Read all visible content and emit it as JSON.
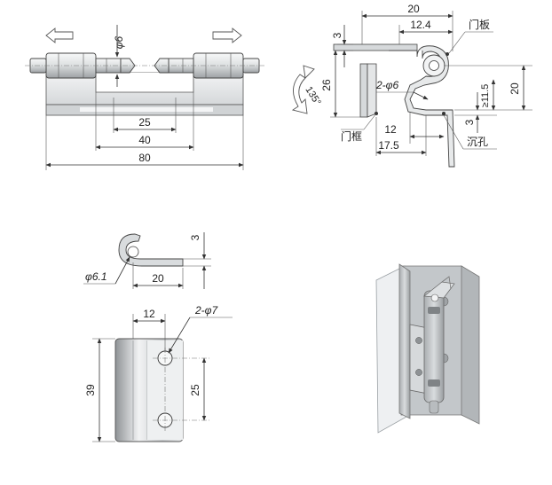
{
  "front_view": {
    "dia_pin": "φ6",
    "dim_inner": "25",
    "dim_mid": "40",
    "dim_total": "80"
  },
  "side_view": {
    "top_width": "20",
    "top_inner": "12.4",
    "door_panel_label": "门板",
    "left_thickness": "3",
    "height_left": "26",
    "rotation": "135°",
    "holes_label": "2-φ6",
    "dim_11_5": "≥11.5",
    "dim_3_right": "3",
    "height_right": "20",
    "frame_label": "门框",
    "bottom_12": "12",
    "bottom_17_5": "17.5",
    "countersink_label": "沉孔"
  },
  "leaf_profile": {
    "thickness": "3",
    "dia_hole": "φ6.1",
    "length": "20"
  },
  "leaf_face": {
    "offset": "12",
    "holes_label": "2-φ7",
    "height": "39",
    "pitch": "25"
  },
  "colors": {
    "metal_light": "#eceeef",
    "metal_mid": "#c9ccce",
    "metal_dark": "#8d9194",
    "line": "#333333"
  }
}
